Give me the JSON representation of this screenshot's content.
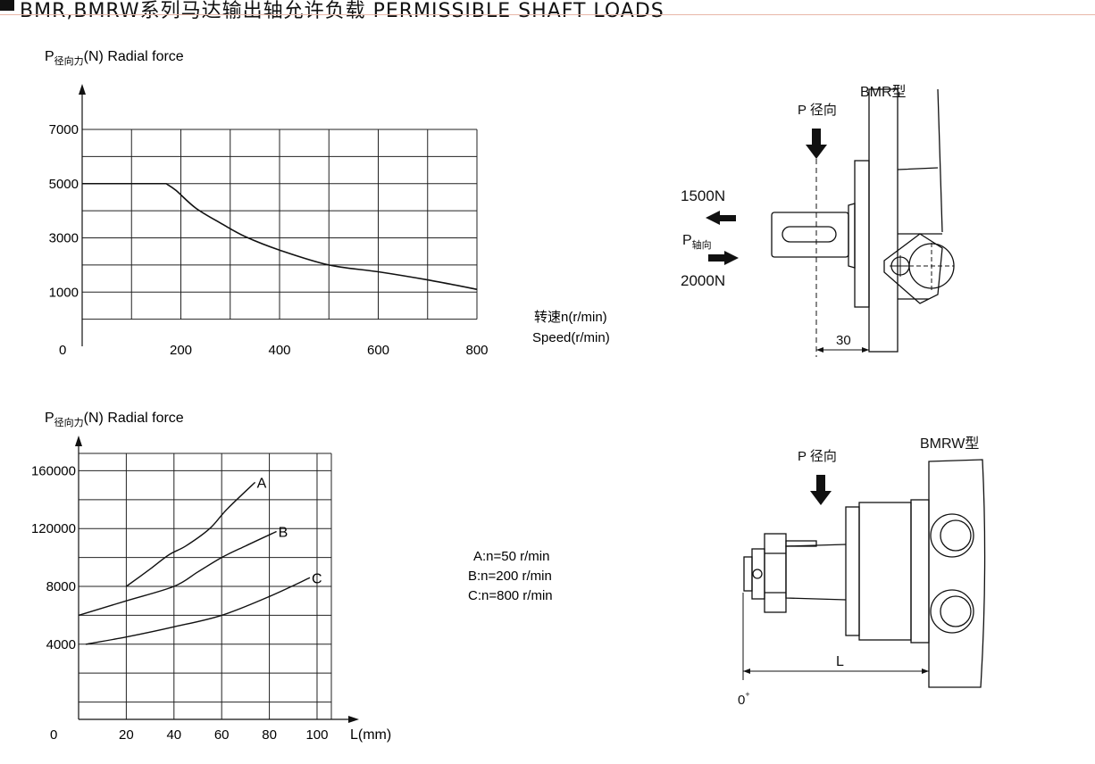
{
  "page": {
    "title": "BMR,BMRW系列马达输出轴允许负载  PERMISSIBLE SHAFT LOADS"
  },
  "chart_data": [
    {
      "type": "line",
      "ylabel_main": "P",
      "ylabel_sub": "径向力",
      "ylabel_rest": "(N)  Radial force",
      "xlabel_cn": "转速n(r/min)",
      "xlabel_en": "Speed(r/min)",
      "origin_label": "0",
      "x_ticks": [
        200,
        400,
        600,
        800
      ],
      "y_ticks": [
        1000,
        3000,
        5000,
        7000
      ],
      "xlim": [
        0,
        800
      ],
      "ylim": [
        -1000,
        7000
      ],
      "grid": true,
      "series": [
        {
          "x": [
            0,
            170,
            190,
            230,
            280,
            330,
            400,
            500,
            600,
            700,
            800
          ],
          "y": [
            5000,
            5000,
            4750,
            4100,
            3550,
            3050,
            2550,
            2000,
            1750,
            1450,
            1100
          ]
        }
      ]
    },
    {
      "type": "line",
      "ylabel_main": "P",
      "ylabel_sub": "径向力",
      "ylabel_rest": "(N)  Radial force",
      "xlabel": "L(mm)",
      "origin_label": "0",
      "x_ticks": [
        20,
        40,
        60,
        80,
        100
      ],
      "y_ticks": [
        {
          "value": 40000,
          "label": "4000"
        },
        {
          "value": 80000,
          "label": "8000"
        },
        {
          "value": 120000,
          "label": "120000"
        },
        {
          "value": 160000,
          "label": "160000"
        }
      ],
      "xlim": [
        0,
        106
      ],
      "ylim": [
        -12000,
        172000
      ],
      "grid": true,
      "legend_lines": [
        "A:n=50 r/min",
        "B:n=200 r/min",
        "C:n=800 r/min"
      ],
      "series": [
        {
          "name": "A",
          "x": [
            20,
            30,
            38,
            45,
            55,
            62,
            74
          ],
          "y": [
            80000,
            92000,
            102000,
            108000,
            120000,
            133000,
            152000
          ]
        },
        {
          "name": "B",
          "x": [
            0,
            20,
            40,
            50,
            60,
            70,
            83
          ],
          "y": [
            60000,
            70000,
            80000,
            90000,
            100000,
            108000,
            118000
          ]
        },
        {
          "name": "C",
          "x": [
            3,
            20,
            40,
            60,
            80,
            97
          ],
          "y": [
            40000,
            45000,
            52000,
            60000,
            73000,
            86000
          ]
        }
      ]
    }
  ],
  "diagram_bmr": {
    "model_label": "BMR型",
    "radial_label": "P 径向",
    "force_left": "1500N",
    "axial_main": "P",
    "axial_sub": "轴向",
    "force_right": "2000N",
    "dimension": "30"
  },
  "diagram_bmrw": {
    "model_label": "BMRW型",
    "radial_label": "P 径向",
    "dimension": "L",
    "origin_label": "0"
  }
}
